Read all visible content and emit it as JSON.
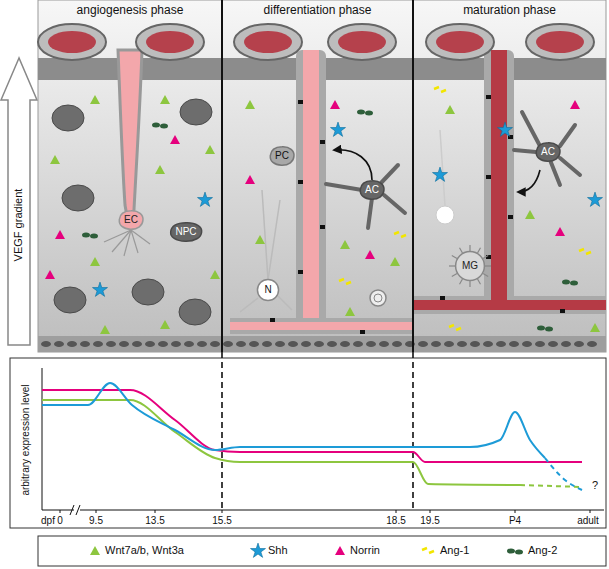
{
  "diagram": {
    "nodes": [
      {
        "text": [
          "angiogenesis phase"
        ]
      },
      {
        "text": [
          "differentiation phase"
        ]
      },
      {
        "text": [
          "maturation phase"
        ]
      },
      {
        "text": [
          "EC"
        ],
        "in": 0
      },
      {
        "text": [
          "NPC"
        ],
        "in": 0
      },
      {
        "text": [
          "PC"
        ],
        "in": 1
      },
      {
        "text": [
          "AC"
        ],
        "in": 1
      },
      {
        "text": [
          "N"
        ],
        "in": 1
      },
      {
        "text": [
          "AC"
        ],
        "in": 2
      },
      {
        "text": [
          "MG"
        ],
        "in": 2
      }
    ],
    "labels": [
      "VEGF gradient",
      "arbitrary expression level",
      "dpf",
      "0",
      "9.5",
      "13.5",
      "15.5",
      "18.5",
      "19.5",
      "P4",
      "adult",
      "?"
    ],
    "legend": [
      {
        "text": "Wnt7a/b, Wnt3a"
      },
      {
        "text": "Shh"
      },
      {
        "text": "Norrin"
      },
      {
        "text": "Ang-1"
      },
      {
        "text": "Ang-2"
      }
    ]
  }
}
